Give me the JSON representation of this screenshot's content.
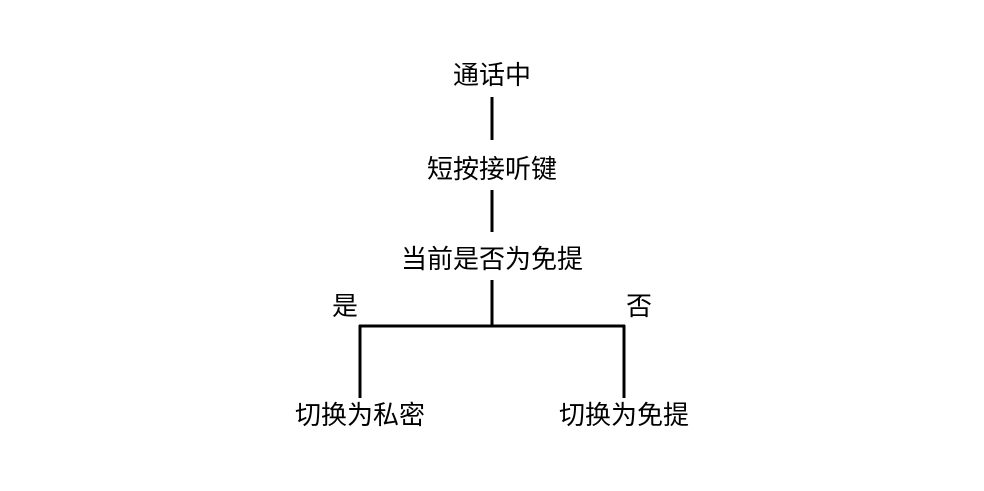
{
  "nodes": {
    "in_call": "通话中",
    "short_press": "短按接听键",
    "is_handsfree": "当前是否为免提",
    "to_private": "切换为私密",
    "to_handsfree": "切换为免提"
  },
  "edges": {
    "yes": "是",
    "no": "否"
  }
}
